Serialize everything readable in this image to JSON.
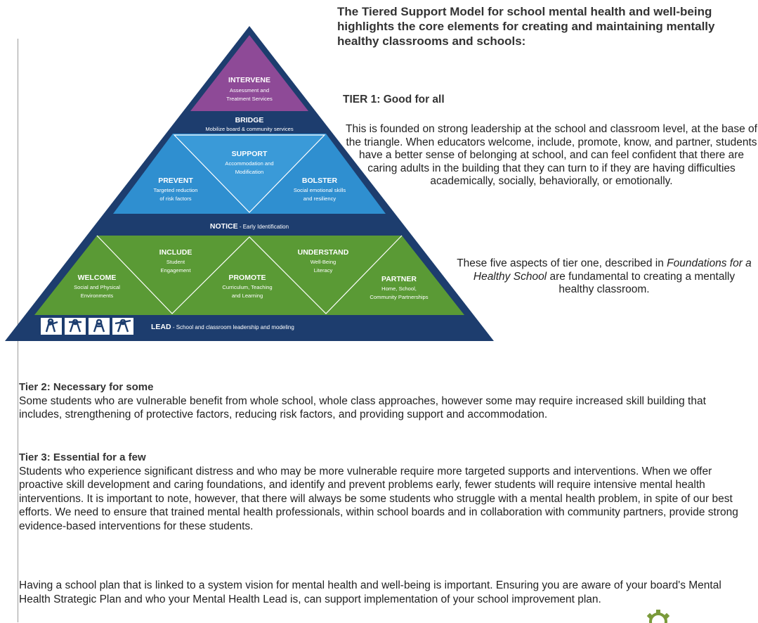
{
  "intro": "The Tiered Support Model for school mental health and well-being highlights the core elements for creating and maintaining mentally healthy classrooms and schools:",
  "pyramid": {
    "intervene": {
      "label": "INTERVENE",
      "line1": "Assessment and",
      "line2": "Treatment Services"
    },
    "bridge": {
      "label": "BRIDGE",
      "sub": "Mobilize board & community services"
    },
    "support": {
      "label": "SUPPORT",
      "line1": "Accommodation and",
      "line2": "Modification"
    },
    "prevent": {
      "label": "PREVENT",
      "line1": "Targeted reduction",
      "line2": "of risk factors"
    },
    "bolster": {
      "label": "BOLSTER",
      "line1": "Social emotional skills",
      "line2": "and resiliency"
    },
    "notice": {
      "label": "NOTICE",
      "sub": " - Early Identification"
    },
    "include": {
      "label": "INCLUDE",
      "line1": "Student",
      "line2": "Engagement"
    },
    "understand": {
      "label": "UNDERSTAND",
      "line1": "Well-Being",
      "line2": "Literacy"
    },
    "welcome": {
      "label": "WELCOME",
      "line1": "Social and Physical",
      "line2": "Environments"
    },
    "promote": {
      "label": "PROMOTE",
      "line1": "Curriculum, Teaching",
      "line2": "and Learning"
    },
    "partner": {
      "label": "PARTNER",
      "line1": "Home, School,",
      "line2": "Community Partnerships"
    },
    "lead": {
      "label": "LEAD",
      "sub": " - School and classroom leadership and modeling"
    },
    "colors": {
      "outer": "#1d3d6e",
      "intervene": "#8e4a97",
      "blue": "#2f8fd0",
      "blue_light": "#3a9ad8",
      "green": "#5a9a35",
      "green_light": "#6cab42"
    }
  },
  "tier1": {
    "title": "TIER 1: Good for all",
    "body": "This is founded on strong leadership at the school and classroom level, at the base of the triangle. When educators welcome, include, promote, know, and partner, students have a better sense of belonging at school, and can feel confident that there are caring adults in the building that they can turn to if they are having difficulties academically, socially, behaviorally, or emotionally.",
    "note_before": "These five aspects of tier one, described in ",
    "note_italic": "Foundations for a Healthy School",
    "note_after": " are fundamental to creating a mentally healthy classroom."
  },
  "tier2": {
    "title": "Tier 2: Necessary for some",
    "body": "Some students who are vulnerable benefit from whole school, whole class approaches, however some may require increased skill building that includes, strengthening of protective factors, reducing risk factors, and providing support and accommodation."
  },
  "tier3": {
    "title": "Tier 3: Essential for a few",
    "body": "Students who experience significant distress and who may be more vulnerable require more targeted supports and interventions. When we offer proactive skill development and caring foundations, and identify and prevent problems early, fewer students will require intensive mental health interventions. It is important to note, however, that there will always be some students who struggle with a mental health problem, in spite of our best efforts. We need to ensure that trained mental health professionals, within school boards and in collaboration with community partners, provide strong evidence-based interventions for these students."
  },
  "closing": "Having a school plan that is linked to a system vision for mental health and well-being is important. Ensuring you are aware of your board's Mental Health Strategic Plan and who your Mental Health Lead is, can support implementation of your school improvement plan."
}
